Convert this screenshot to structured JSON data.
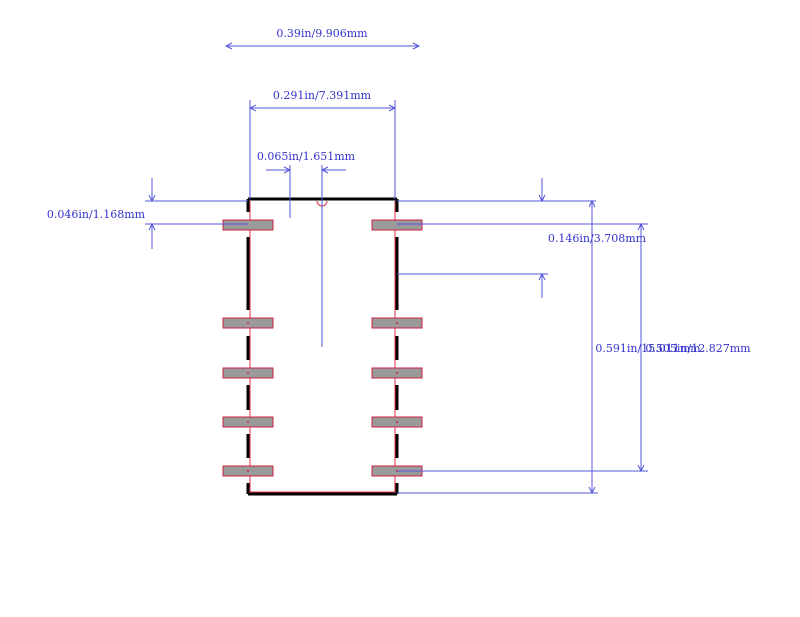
{
  "dimensions": {
    "overall_width": "0.39in/9.906mm",
    "body_width": "0.291in/7.391mm",
    "pitch": "0.065in/1.651mm",
    "pad_width": "0.046in/1.168mm",
    "pin1_offset": "0.146in/3.708mm",
    "overall_length": "0.591in/15.011mm",
    "pad_span": "0.505in/12.827mm"
  },
  "colors": {
    "dimension": "#3333cc",
    "outline": "#000000",
    "pad_fill": "#9a9a9a",
    "pad_edge": "#cc2244"
  }
}
